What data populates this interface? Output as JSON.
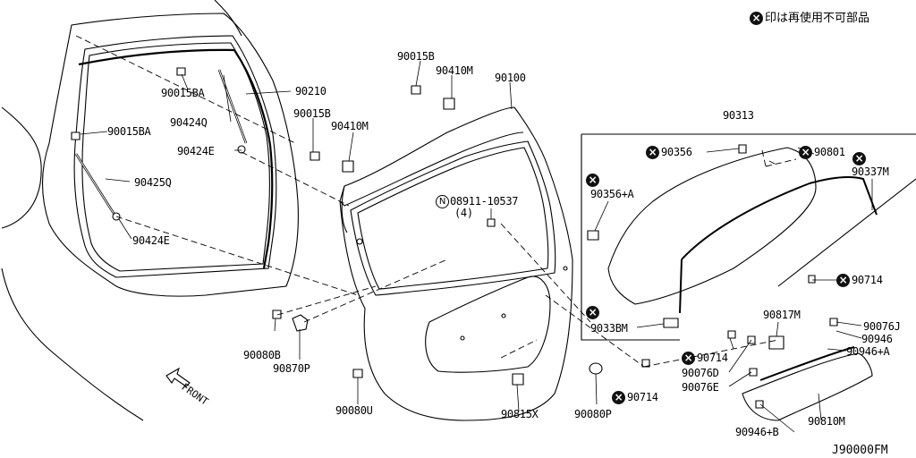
{
  "legend": {
    "text": "印は再使用不可部品"
  },
  "diagram_code": "J90000FM",
  "front_label": "FRONT",
  "parts": [
    {
      "id": "p1",
      "text": "90015BA",
      "x_mark": false
    },
    {
      "id": "p2",
      "text": "90210",
      "x_mark": false
    },
    {
      "id": "p3",
      "text": "90015BA",
      "x_mark": false
    },
    {
      "id": "p4",
      "text": "90424Q",
      "x_mark": false
    },
    {
      "id": "p5",
      "text": "90424E",
      "x_mark": false
    },
    {
      "id": "p6",
      "text": "90425Q",
      "x_mark": false
    },
    {
      "id": "p7",
      "text": "90424E",
      "x_mark": false
    },
    {
      "id": "p8",
      "text": "90015B",
      "x_mark": false
    },
    {
      "id": "p9",
      "text": "90410M",
      "x_mark": false
    },
    {
      "id": "p10",
      "text": "90015B",
      "x_mark": false
    },
    {
      "id": "p11",
      "text": "90410M",
      "x_mark": false
    },
    {
      "id": "p12",
      "text": "90100",
      "x_mark": false
    },
    {
      "id": "p13",
      "text": "08911-10537",
      "x_mark": false,
      "circled_prefix": "N"
    },
    {
      "id": "p14",
      "text": "(4)",
      "x_mark": false
    },
    {
      "id": "p15",
      "text": "90313",
      "x_mark": false
    },
    {
      "id": "p16",
      "text": "90356",
      "x_mark": true
    },
    {
      "id": "p17",
      "text": "90801",
      "x_mark": true
    },
    {
      "id": "p18",
      "text": "90337M",
      "x_mark": true
    },
    {
      "id": "p19",
      "text": "90356+A",
      "x_mark": true
    },
    {
      "id": "p20",
      "text": "90714",
      "x_mark": true
    },
    {
      "id": "p21",
      "text": "9033BM",
      "x_mark": true
    },
    {
      "id": "p22",
      "text": "90817M",
      "x_mark": false
    },
    {
      "id": "p23",
      "text": "90076J",
      "x_mark": false
    },
    {
      "id": "p24",
      "text": "90946",
      "x_mark": false
    },
    {
      "id": "p25",
      "text": "90946+A",
      "x_mark": false
    },
    {
      "id": "p26",
      "text": "90714",
      "x_mark": true
    },
    {
      "id": "p27",
      "text": "90076D",
      "x_mark": false
    },
    {
      "id": "p28",
      "text": "90076E",
      "x_mark": false
    },
    {
      "id": "p29",
      "text": "90714",
      "x_mark": true
    },
    {
      "id": "p30",
      "text": "90810M",
      "x_mark": false
    },
    {
      "id": "p31",
      "text": "90946+B",
      "x_mark": false
    },
    {
      "id": "p32",
      "text": "90080B",
      "x_mark": false
    },
    {
      "id": "p33",
      "text": "90870P",
      "x_mark": false
    },
    {
      "id": "p34",
      "text": "90080U",
      "x_mark": false
    },
    {
      "id": "p35",
      "text": "90815X",
      "x_mark": false
    },
    {
      "id": "p36",
      "text": "90080P",
      "x_mark": false
    }
  ]
}
